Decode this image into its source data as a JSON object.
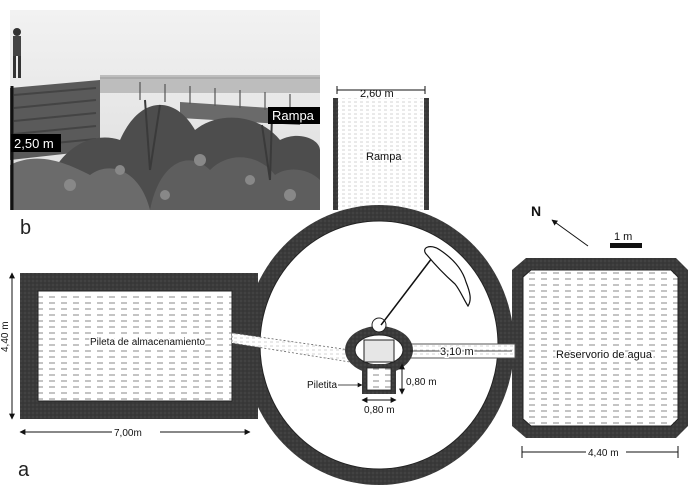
{
  "photo": {
    "height_label": "2,50 m",
    "ramp_label": "Rampa",
    "panel_letter": "b"
  },
  "ramp": {
    "width_label": "2,60 m",
    "label": "Rampa"
  },
  "plan": {
    "panel_letter": "a",
    "north_label": "N",
    "scale_label": "1 m",
    "storage_pool_label": "Pileta de almacenamiento",
    "storage_height_label": "4,40 m",
    "storage_width_label": "7,00m",
    "small_pool_label": "Piletita",
    "small_pool_height_label": "0,80 m",
    "small_pool_width_label": "0,80 m",
    "channel_label": "3,10 m",
    "reservoir_label": "Reservorio de agua",
    "reservoir_width_label": "4,40 m"
  },
  "colors": {
    "wall": "#3a3a3a",
    "water_line": "#777777",
    "interior": "#ffffff"
  }
}
